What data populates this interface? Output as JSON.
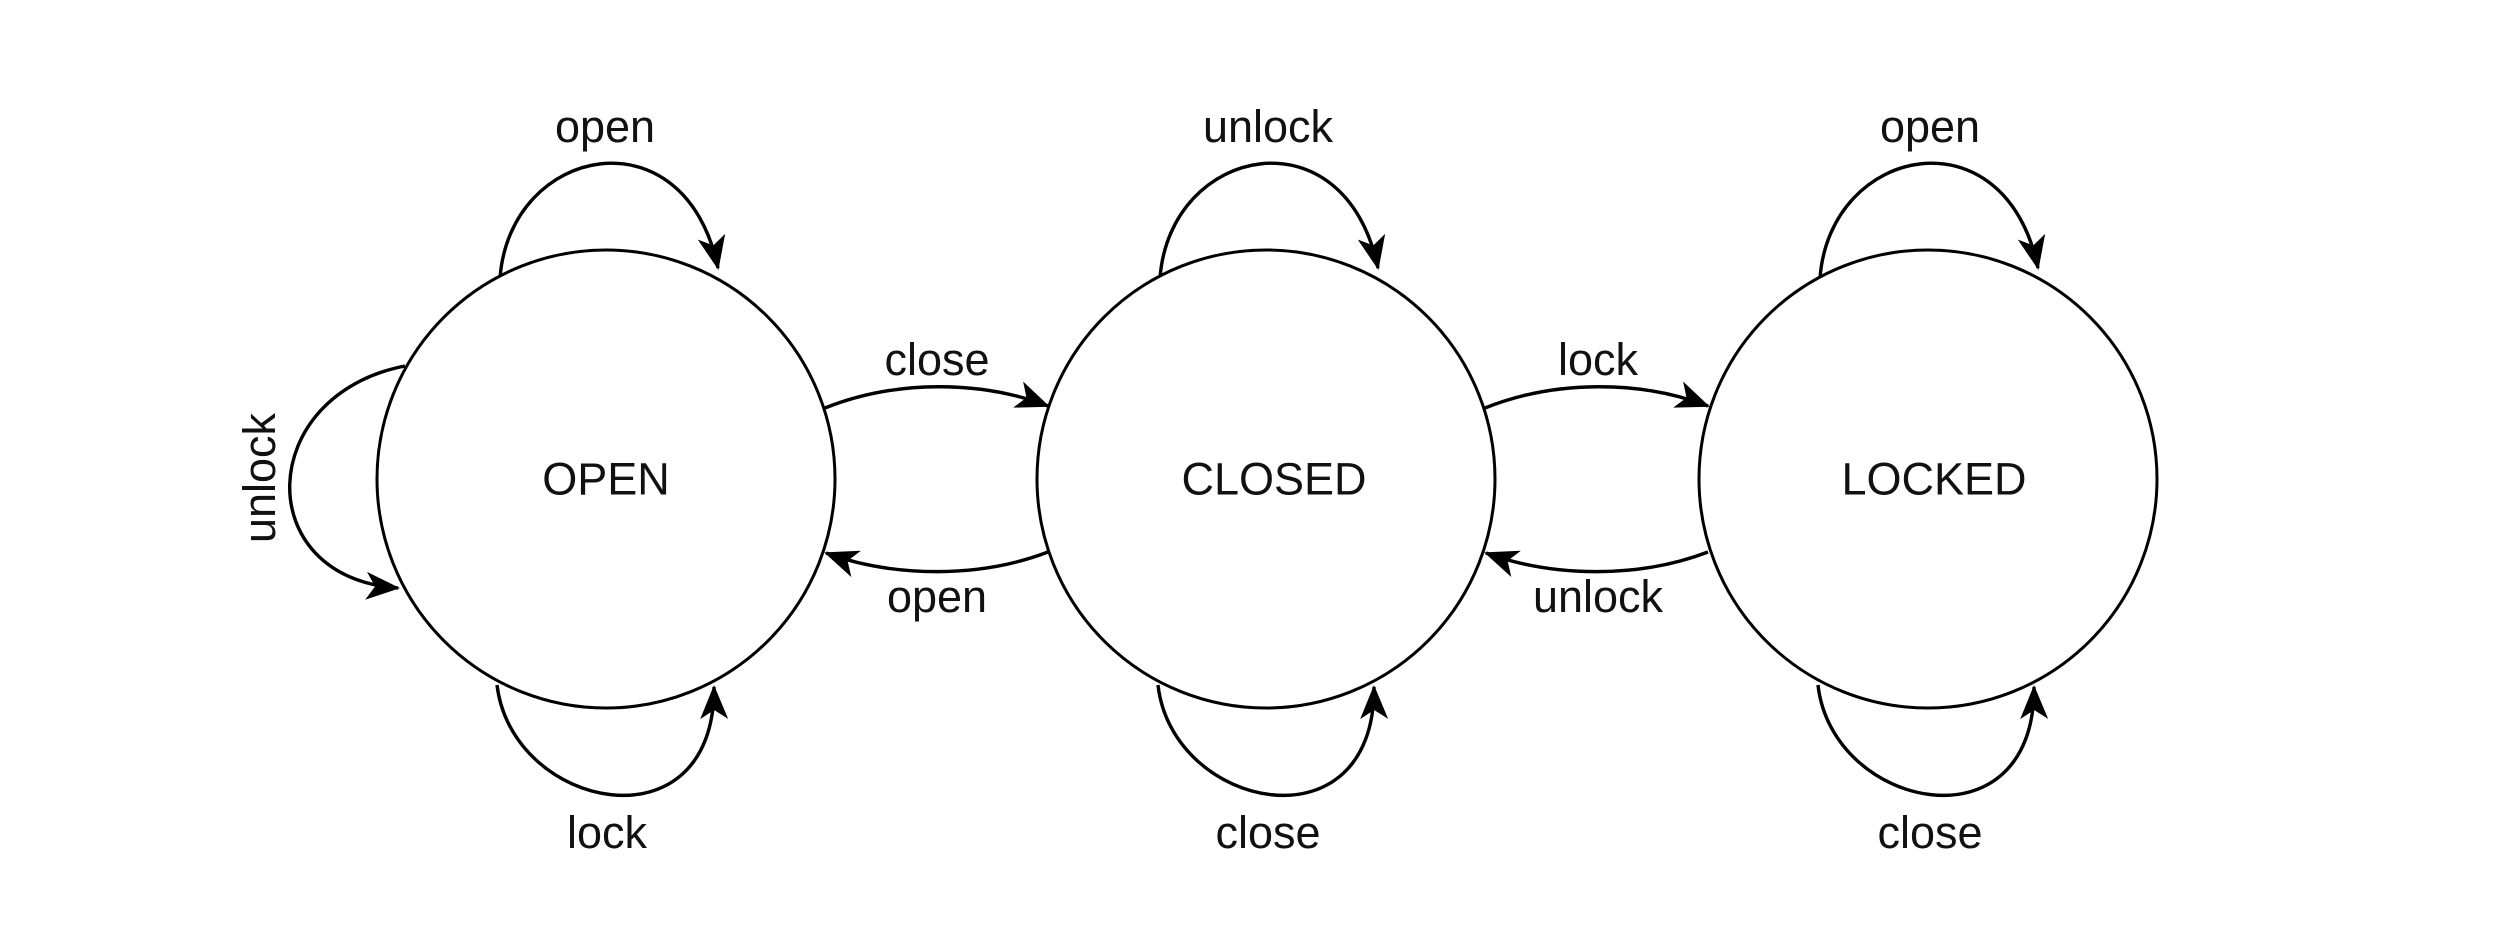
{
  "colors": {
    "background": "#ffffff",
    "stroke": "#000000",
    "text": "#111111"
  },
  "states": {
    "open": "OPEN",
    "closed": "CLOSED",
    "locked": "LOCKED"
  },
  "transitions": [
    {
      "from": "OPEN",
      "to": "OPEN",
      "event": "open"
    },
    {
      "from": "OPEN",
      "to": "OPEN",
      "event": "unlock"
    },
    {
      "from": "OPEN",
      "to": "OPEN",
      "event": "lock"
    },
    {
      "from": "OPEN",
      "to": "CLOSED",
      "event": "close"
    },
    {
      "from": "CLOSED",
      "to": "OPEN",
      "event": "open"
    },
    {
      "from": "CLOSED",
      "to": "CLOSED",
      "event": "unlock"
    },
    {
      "from": "CLOSED",
      "to": "CLOSED",
      "event": "close"
    },
    {
      "from": "CLOSED",
      "to": "LOCKED",
      "event": "lock"
    },
    {
      "from": "LOCKED",
      "to": "CLOSED",
      "event": "unlock"
    },
    {
      "from": "LOCKED",
      "to": "LOCKED",
      "event": "open"
    },
    {
      "from": "LOCKED",
      "to": "LOCKED",
      "event": "close"
    }
  ]
}
